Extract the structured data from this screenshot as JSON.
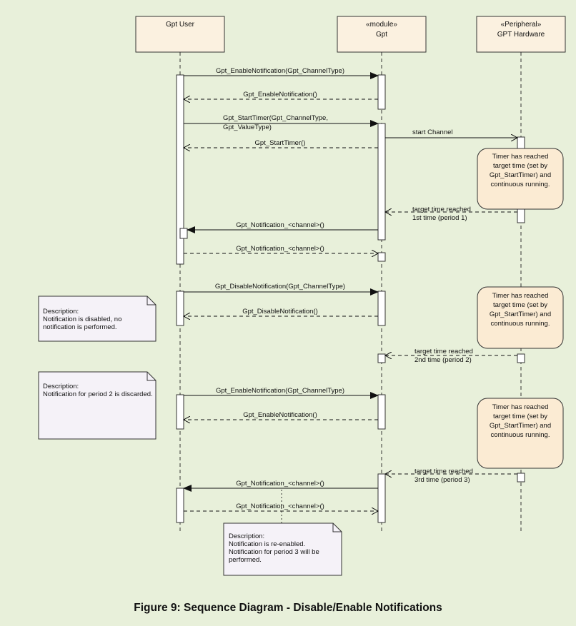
{
  "lifelines": {
    "user": {
      "name": "Gpt User"
    },
    "gpt": {
      "stereotype": "«module»",
      "name": "Gpt"
    },
    "hw": {
      "stereotype": "«Peripheral»",
      "name": "GPT Hardware"
    }
  },
  "messages": {
    "enable1": "Gpt_EnableNotification(Gpt_ChannelType)",
    "enable1_ret": "Gpt_EnableNotification()",
    "start_line1": "Gpt_StartTimer(Gpt_ChannelType,",
    "start_line2": "Gpt_ValueType)",
    "start_channel": "start Channel",
    "start_ret": "Gpt_StartTimer()",
    "tt1_line1": "target time reached",
    "tt1_line2": "1st time (period 1)",
    "notif1": "Gpt_Notification_<channel>()",
    "notif1_ret": "Gpt_Notification_<channel>()",
    "disable": "Gpt_DisableNotification(Gpt_ChannelType)",
    "disable_ret": "Gpt_DisableNotification()",
    "tt2_line1": "target time reached",
    "tt2_line2": "2nd time (period 2)",
    "enable2": "Gpt_EnableNotification(Gpt_ChannelType)",
    "enable2_ret": "Gpt_EnableNotification()",
    "tt3_line1": "target time reached",
    "tt3_line2": "3rd time (period 3)",
    "notif3": "Gpt_Notification_<channel>()",
    "notif3_ret": "Gpt_Notification_<channel>()"
  },
  "timer_states": [
    [
      "Timer has reached",
      "target time (set by",
      "Gpt_StartTimer) and",
      "continuous running."
    ],
    [
      "Timer has reached",
      "target time (set by",
      "Gpt_StartTimer) and",
      "continuous running."
    ],
    [
      "Timer has reached",
      "target time (set by",
      "Gpt_StartTimer) and",
      "continuous running."
    ]
  ],
  "notes": {
    "disabled": [
      "Description:",
      "Notification is disabled, no",
      "notification is performed."
    ],
    "discarded": [
      "Description:",
      "Notification for period 2 is discarded."
    ],
    "reenabled": [
      "Description:",
      "Notification is re-enabled.",
      "Notification for period 3 will be",
      "performed."
    ]
  },
  "caption": "Figure 9: Sequence Diagram - Disable/Enable Notifications",
  "colors": {
    "background": "#e8f0da",
    "lifeline_box": "#fbf1e0",
    "state_box": "#fbebd3",
    "note": "#f5f2f8",
    "line": "#222222"
  }
}
